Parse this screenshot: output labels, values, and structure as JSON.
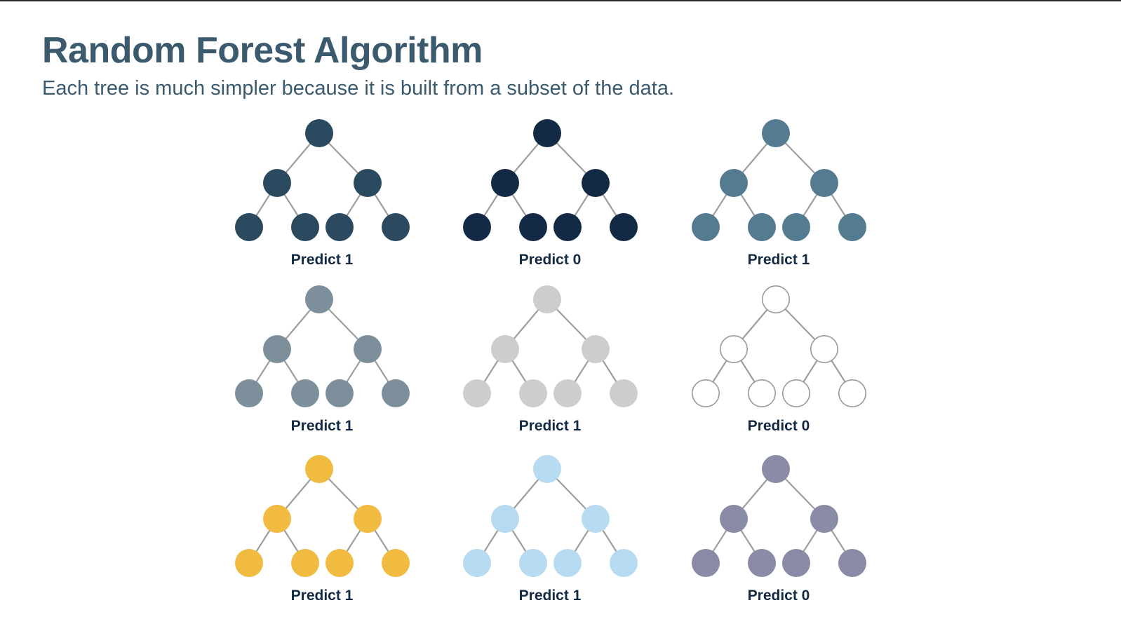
{
  "header": {
    "title": "Random Forest Algorithm",
    "subtitle": "Each tree is much simpler because it is built from a subset of the data."
  },
  "edge_color": "#9e9e9e",
  "trees": [
    {
      "label": "Predict 1",
      "fill": "#2b4a60",
      "stroke": "none"
    },
    {
      "label": "Predict 0",
      "fill": "#132a44",
      "stroke": "none"
    },
    {
      "label": "Predict 1",
      "fill": "#557b91",
      "stroke": "none"
    },
    {
      "label": "Predict 1",
      "fill": "#7d8f9b",
      "stroke": "none"
    },
    {
      "label": "Predict 1",
      "fill": "#cdcdcd",
      "stroke": "none"
    },
    {
      "label": "Predict 0",
      "fill": "#ffffff",
      "stroke": "#9a9a9a"
    },
    {
      "label": "Predict 1",
      "fill": "#f0bb40",
      "stroke": "none"
    },
    {
      "label": "Predict 1",
      "fill": "#b7dbf0",
      "stroke": "none"
    },
    {
      "label": "Predict 0",
      "fill": "#8a8ba6",
      "stroke": "none"
    }
  ]
}
